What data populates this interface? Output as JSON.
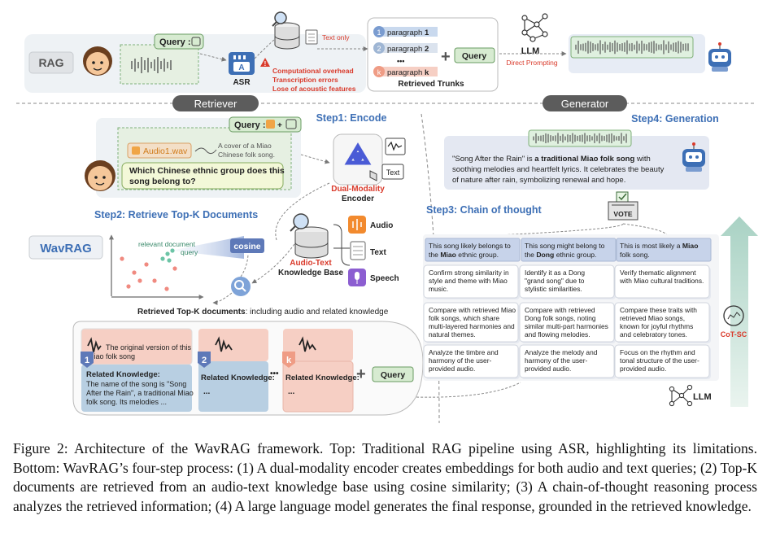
{
  "top": {
    "rag_label": "RAG",
    "query_label": "Query :",
    "asr_label": "ASR",
    "text_only": "Text only",
    "issues": [
      "Computational overhead",
      "Transcription errors",
      "Lose of acoustic features"
    ],
    "paragraphs": [
      {
        "num": "1",
        "prefix": "paragraph ",
        "idx": "1"
      },
      {
        "num": "2",
        "prefix": "paragraph ",
        "idx": "2"
      },
      {
        "num": "k",
        "prefix": "paragraph ",
        "idx": "k"
      }
    ],
    "dots": "•••",
    "plus": "+",
    "query_box": "Query",
    "retrieved_trunks": "Retrieved Trunks",
    "llm_label": "LLM",
    "direct_prompting": "Direct Prompting"
  },
  "sections": {
    "retriever": "Retriever",
    "generator": "Generator"
  },
  "retriever": {
    "step1": "Step1: Encode",
    "query_label": "Query :",
    "audio_file": "Audio1.wav",
    "audio_desc_1": "A cover of a Miao",
    "audio_desc_2": "Chinese folk song.",
    "question_1": "Which Chinese ethnic group does this",
    "question_2": "song belong to?",
    "encoder_1": "Dual-Modality",
    "encoder_2": "Encoder",
    "text_tag": "Text",
    "step2": "Step2: Retrieve Top-K Documents",
    "wavrag": "WavRAG",
    "relevant_document": "relevant document",
    "query_point": "query",
    "cosine": "cosine",
    "kb_1": "Audio-Text",
    "kb_2": "Knowledge Base",
    "kb_items": [
      "Audio",
      "Text",
      "Speech"
    ],
    "retrieved_bold": "Retrieved Top-K documents",
    "retrieved_rest": ": including audio and related knowledge",
    "doc1_audio_1": "The original version of this",
    "doc1_audio_2": "Miao folk song",
    "doc_num": [
      "1",
      "2",
      "k"
    ],
    "related_knowledge": "Related Knowledge:",
    "doc1_text": [
      "The name of the song is \"Song",
      "After the Rain\", a traditional Miao",
      "folk song. Its melodies ..."
    ],
    "ellipsis": "...",
    "dots": "•••",
    "plus": "+",
    "query_box": "Query"
  },
  "generator": {
    "step4": "Step4: Generation",
    "answer": [
      {
        "pre": "\"Song After the Rain\" is ",
        "bold": "a traditional Miao folk song",
        "post": " with"
      },
      {
        "pre": "soothing melodies and heartfelt lyrics. It celebrates the beauty",
        "bold": "",
        "post": ""
      },
      {
        "pre": "of nature after rain, symbolizing renewal and hope.",
        "bold": "",
        "post": ""
      }
    ],
    "vote": "VOTE",
    "step3": "Step3: Chain of thought",
    "columns": [
      {
        "header": [
          {
            "pre": "This song likely belongs to",
            "bold": "",
            "post": ""
          },
          {
            "pre": "the ",
            "bold": "Miao",
            "post": " ethnic group."
          }
        ],
        "cells": [
          [
            "Confirm strong similarity in",
            "style and theme with Miao",
            "music."
          ],
          [
            "Compare with retrieved Miao",
            "folk songs, which share",
            "multi-layered harmonies and",
            "natural themes."
          ],
          [
            "Analyze the timbre and",
            "harmony of the user-",
            "provided audio."
          ]
        ]
      },
      {
        "header": [
          {
            "pre": "This song might belong to",
            "bold": "",
            "post": ""
          },
          {
            "pre": "the ",
            "bold": "Dong",
            "post": " ethnic group."
          }
        ],
        "cells": [
          [
            "Identify it as a Dong",
            "\"grand song\" due to",
            "stylistic similarities."
          ],
          [
            "Compare with retrieved",
            "Dong folk songs, noting",
            "similar multi-part harmonies",
            "and flowing melodies."
          ],
          [
            "Analyze the melody and",
            "harmony of the user-",
            "provided audio."
          ]
        ]
      },
      {
        "header": [
          {
            "pre": "This is most likely a ",
            "bold": "Miao",
            "post": ""
          },
          {
            "pre": "folk song.",
            "bold": "",
            "post": ""
          }
        ],
        "cells": [
          [
            "Verify thematic alignment",
            "with Miao cultural traditions."
          ],
          [
            "Compare these traits with",
            "retrieved Miao songs,",
            "known for joyful rhythms",
            "and celebratory tones."
          ],
          [
            "Focus on the rhythm and",
            "tonal structure of the user-",
            "provided audio."
          ]
        ]
      }
    ],
    "cot_sc": "CoT-SC",
    "llm_label": "LLM"
  },
  "caption": "Figure 2: Architecture of the WavRAG framework. Top: Traditional RAG pipeline using ASR, highlighting its limitations. Bottom: WavRAG’s four-step process: (1) A dual-modality encoder creates embeddings for both audio and text queries; (2) Top-K documents are retrieved from an audio-text knowledge base using cosine similarity; (3) A chain-of-thought reasoning process analyzes the retrieved information; (4) A large language model generates the final response, grounded in the retrieved knowledge.",
  "colors": {
    "accent_blue": "#3d6fb5",
    "warning_red": "#d93a2b",
    "query_green": "#dfeed9",
    "doc_pink": "#f6cfc4",
    "doc_blue": "#b8cfe2"
  }
}
